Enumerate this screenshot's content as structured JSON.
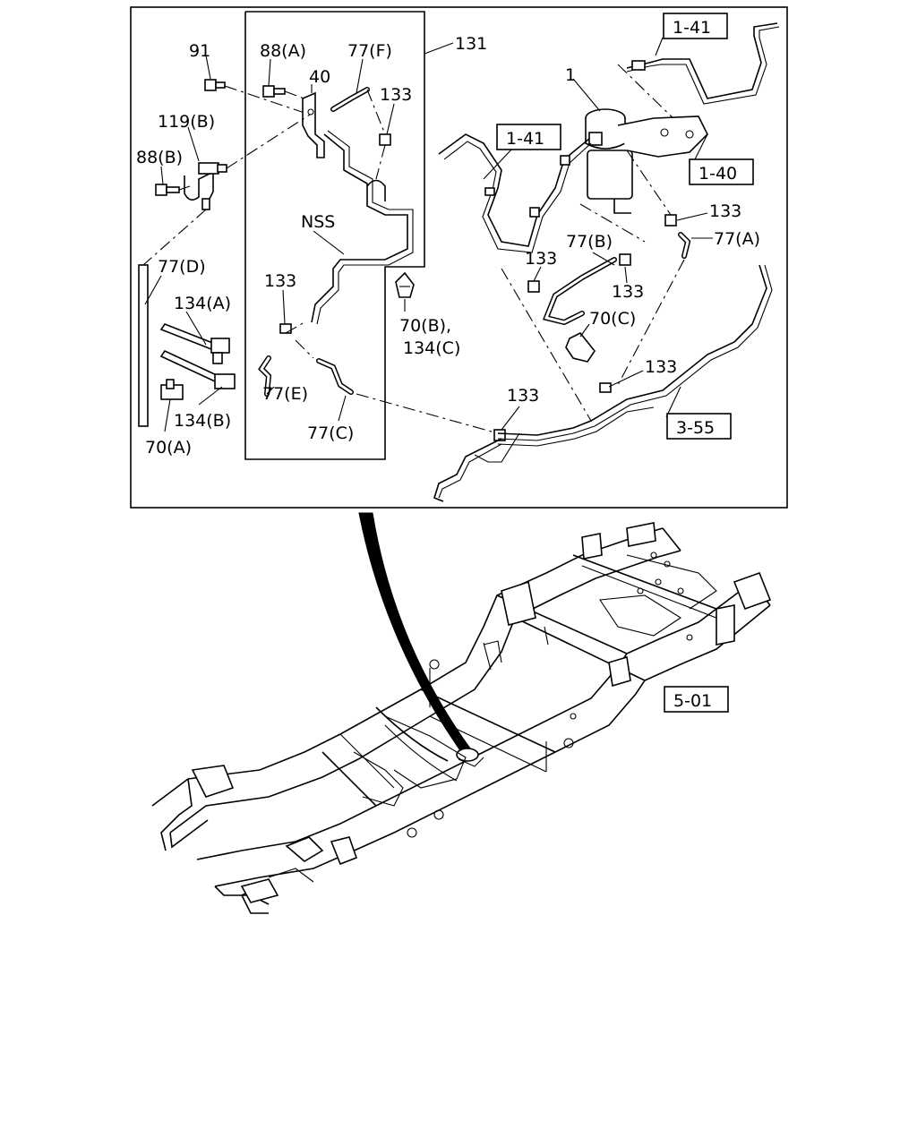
{
  "labels": {
    "p91": "91",
    "p88a": "88(A)",
    "p77f": "77(F)",
    "p131": "131",
    "p40": "40",
    "p133_top": "133",
    "p119b": "119(B)",
    "p88b": "88(B)",
    "nss": "NSS",
    "p77d": "77(D)",
    "p134a": "134(A)",
    "p133_left": "133",
    "p70b": "70(B),",
    "p134c": "134(C)",
    "p77e": "77(E)",
    "p134b": "134(B)",
    "p77c": "77(C)",
    "p70a": "70(A)",
    "p1": "1",
    "p133_right": "133",
    "p77a": "77(A)",
    "p133_mid": "133",
    "p77b": "77(B)",
    "p133_mid2": "133",
    "p70c": "70(C)",
    "p133_low": "133",
    "p133_bottom": "133"
  },
  "refs": {
    "r141_top": "1-41",
    "r141_mid": "1-41",
    "r140": "1-40",
    "r355": "3-55",
    "r501": "5-01"
  }
}
